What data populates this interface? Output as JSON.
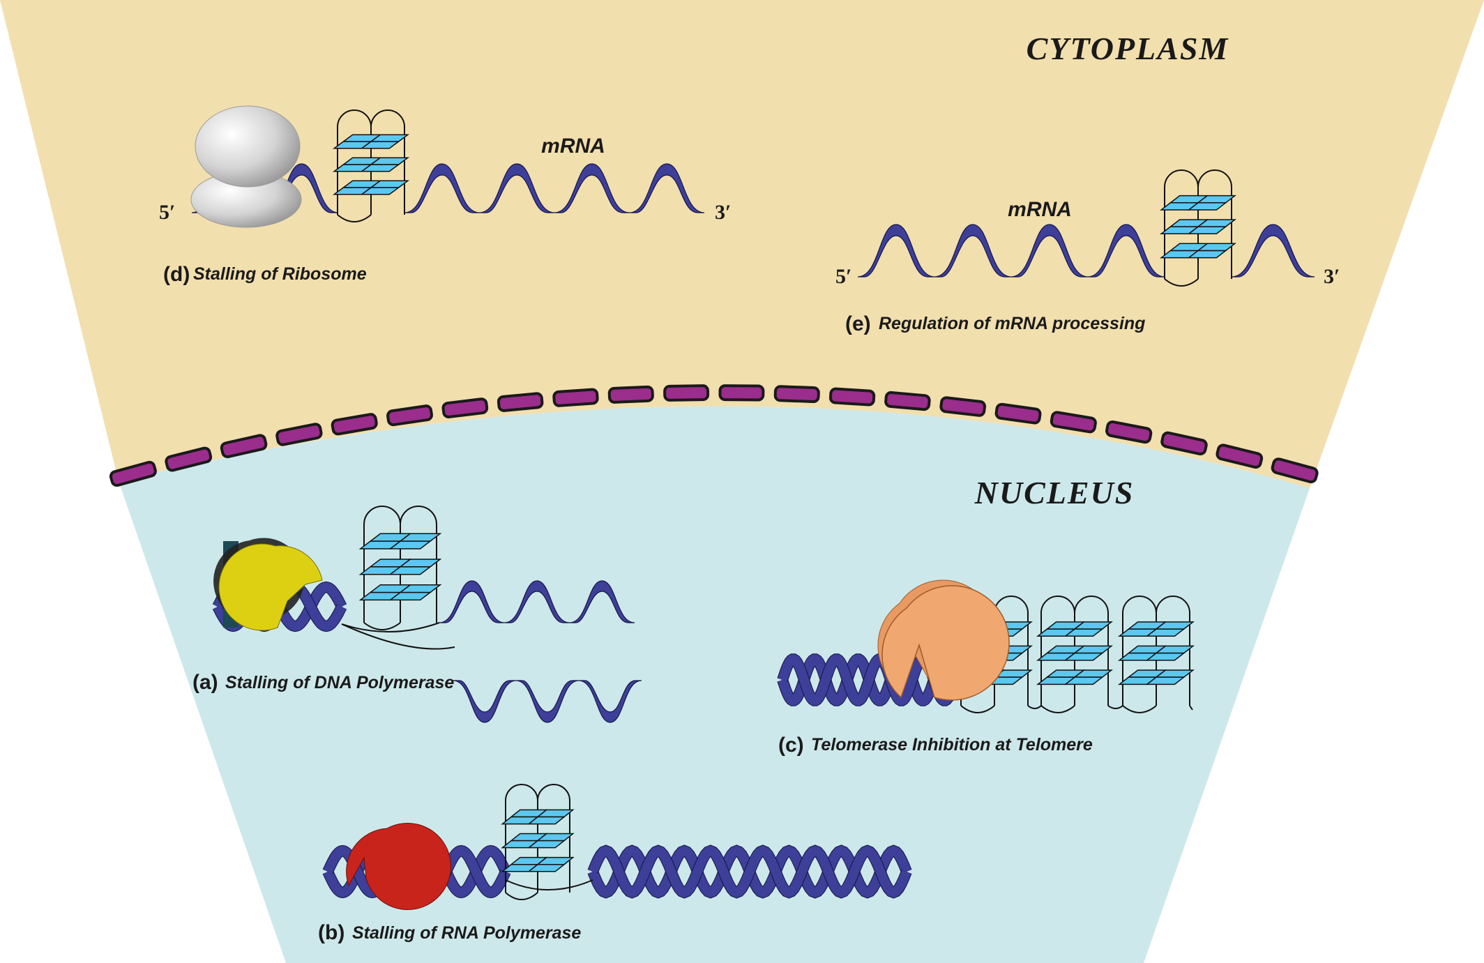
{
  "regions": {
    "cytoplasm": "CYTOPLASM",
    "nucleus": "NUCLEUS"
  },
  "panels": {
    "d": {
      "letter": "(d)",
      "caption": "Stalling of Ribosome",
      "molecule": "mRNA",
      "five_prime": "5′",
      "three_prime": "3′"
    },
    "e": {
      "letter": "(e)",
      "caption": "Regulation of mRNA processing",
      "molecule": "mRNA",
      "five_prime": "5′",
      "three_prime": "3′"
    },
    "a": {
      "letter": "(a)",
      "caption": "Stalling of DNA Polymerase"
    },
    "b": {
      "letter": "(b)",
      "caption": "Stalling of  RNA Polymerase"
    },
    "c": {
      "letter": "(c)",
      "caption": "Telomerase Inhibition at Telomere"
    }
  },
  "colors": {
    "cytoplasm": "#f2dfae",
    "nucleus": "#cde8ea",
    "membrane": "#9b2d8c",
    "strand": "#3d3f98",
    "quartet": "#5bc8ef",
    "ribosome": "#d9d9d9",
    "dna_polymerase": "#ddd012",
    "rna_polymerase": "#c8241c",
    "telomerase": "#f0a870"
  }
}
